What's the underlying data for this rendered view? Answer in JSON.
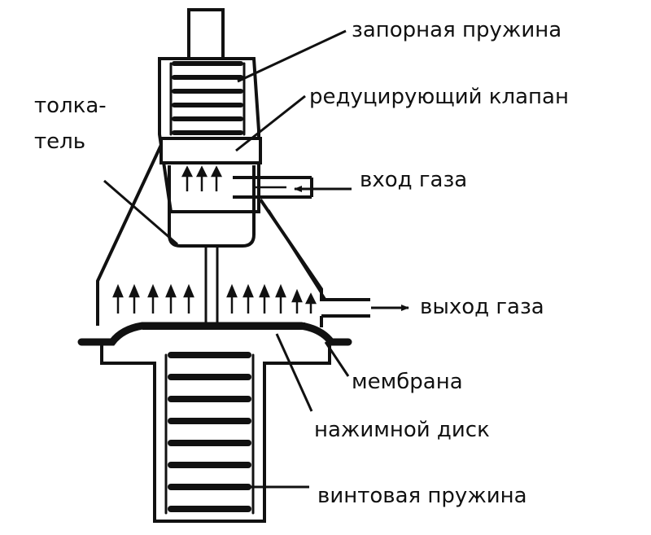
{
  "labels": {
    "locking_spring": "запорная пружина",
    "reducing_valve": "редуцирующий клапан",
    "pusher": "толка-\nтель",
    "gas_inlet": "вход газа",
    "gas_outlet": "выход газа",
    "membrane": "мембрана",
    "pressure_disk": "нажимной диск",
    "coil_spring": "винтовая пружина"
  },
  "colors": {
    "ink": "#111111",
    "background": "#ffffff"
  }
}
